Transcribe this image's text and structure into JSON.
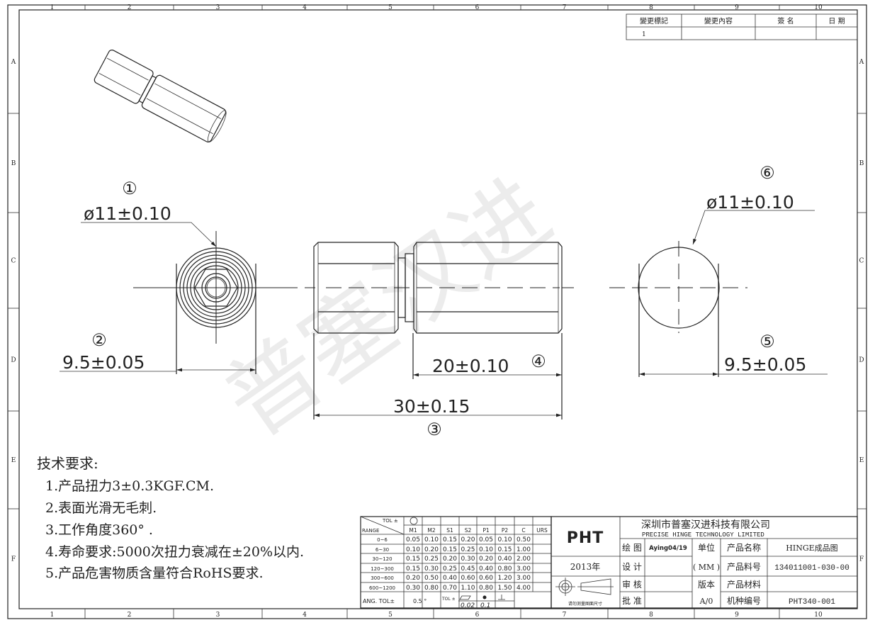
{
  "zones": {
    "columns": [
      "1",
      "2",
      "3",
      "4",
      "5",
      "6",
      "7",
      "8",
      "9",
      "10"
    ],
    "rows": [
      "A",
      "B",
      "C",
      "D",
      "E",
      "F"
    ]
  },
  "revision_table": {
    "headers": [
      "變更標記",
      "變更內容",
      "簽 名",
      "日 期"
    ],
    "rows": [
      [
        "1",
        "",
        "",
        ""
      ]
    ]
  },
  "watermark": "普塞汉进",
  "callouts": {
    "c1": {
      "num": "①",
      "text": "ø11±0.10"
    },
    "c2": {
      "num": "②",
      "text": "9.5±0.05"
    },
    "c3": {
      "num": "③",
      "text": "30±0.15"
    },
    "c4": {
      "num": "④",
      "text": "20±0.10"
    },
    "c5": {
      "num": "⑤",
      "text": "9.5±0.05"
    },
    "c6": {
      "num": "⑥",
      "text": "ø11±0.10"
    }
  },
  "notes": {
    "title": "技术要求:",
    "items": [
      "1.产品扭力3±0.3KGF.CM.",
      "2.表面光滑无毛刺.",
      "3.工作角度360° .",
      "4.寿命要求:5000次扭力衰减在±20%以内.",
      "5.产品危害物质含量符合RoHS要求."
    ]
  },
  "tolerance_table": {
    "corner_top": "TOL ±",
    "corner_bottom": "RANGE",
    "headers": [
      "M1",
      "M2",
      "S1",
      "S2",
      "P1",
      "P2",
      "C",
      "URS"
    ],
    "rows": [
      [
        "0~6",
        "0.05",
        "0.10",
        "0.15",
        "0.20",
        "0.05",
        "0.10",
        "0.50",
        ""
      ],
      [
        "6~30",
        "0.10",
        "0.20",
        "0.15",
        "0.25",
        "0.10",
        "0.15",
        "1.00",
        ""
      ],
      [
        "30~120",
        "0.15",
        "0.25",
        "0.20",
        "0.30",
        "0.20",
        "0.40",
        "2.00",
        ""
      ],
      [
        "120~300",
        "0.15",
        "0.30",
        "0.25",
        "0.45",
        "0.40",
        "0.80",
        "3.00",
        ""
      ],
      [
        "300~600",
        "0.20",
        "0.50",
        "0.40",
        "0.60",
        "0.60",
        "1.20",
        "3.00",
        ""
      ],
      [
        "600~1200",
        "0.30",
        "0.80",
        "0.70",
        "1.10",
        "0.80",
        "1.50",
        "4.00",
        ""
      ]
    ],
    "ang_label": "ANG.   TOL±",
    "ang_value": "0.5 °",
    "tol_label": "TOL ±",
    "flatness": "0.02",
    "position": "0.1"
  },
  "title_block": {
    "logo": "PHT",
    "year": "2013年",
    "projection_note": "请勿测量图面尺寸",
    "company_cn": "深圳市普塞汉进科技有限公司",
    "company_en": "PRECISE HINGE TECHNOLOGY LIMITED",
    "draw_label": "绘 图",
    "draw_value": "Aying04/19",
    "design_label": "设 计",
    "review_label": "审 核",
    "approve_label": "批 准",
    "unit_label": "单位",
    "unit_value": "( MM )",
    "version_label": "版本",
    "version_value": "A/0",
    "name_label": "产品名称",
    "name_value": "HINGE成品图",
    "part_label": "产品料号",
    "part_value": "134011001-030-00",
    "material_label": "产品材料",
    "material_value": "",
    "model_label": "机种编号",
    "model_value": "PHT340-001"
  }
}
